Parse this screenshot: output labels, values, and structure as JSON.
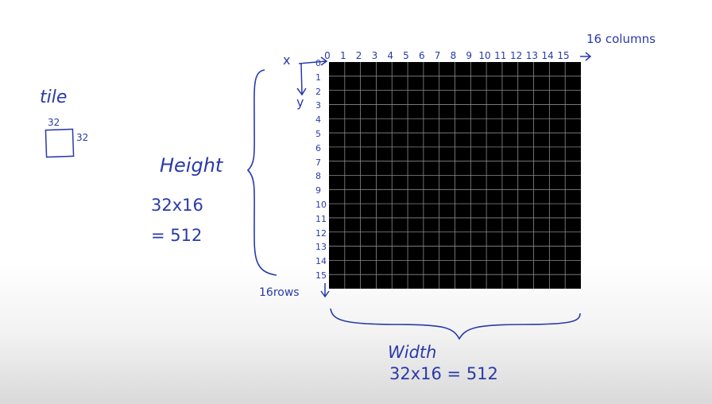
{
  "tile": {
    "title": "tile",
    "width_label": "32",
    "height_label": "32"
  },
  "axes": {
    "x_label": "x",
    "y_label": "y"
  },
  "columns": {
    "labels": [
      "0",
      "1",
      "2",
      "3",
      "4",
      "5",
      "6",
      "7",
      "8",
      "9",
      "10",
      "11",
      "12",
      "13",
      "14",
      "15"
    ],
    "caption": "16 columns"
  },
  "rows": {
    "labels": [
      "0",
      "1",
      "2",
      "3",
      "4",
      "5",
      "6",
      "7",
      "8",
      "9",
      "10",
      "11",
      "12",
      "13",
      "14",
      "15"
    ],
    "caption": "16rows"
  },
  "height_note": {
    "title": "Height",
    "formula": "32x16",
    "result": "= 512"
  },
  "width_note": {
    "title": "Width",
    "formula": "32x16 = 512"
  },
  "colors": {
    "ink": "#2a3aa8",
    "grid_fill": "#000000",
    "grid_lines": "#8a8a8a"
  }
}
